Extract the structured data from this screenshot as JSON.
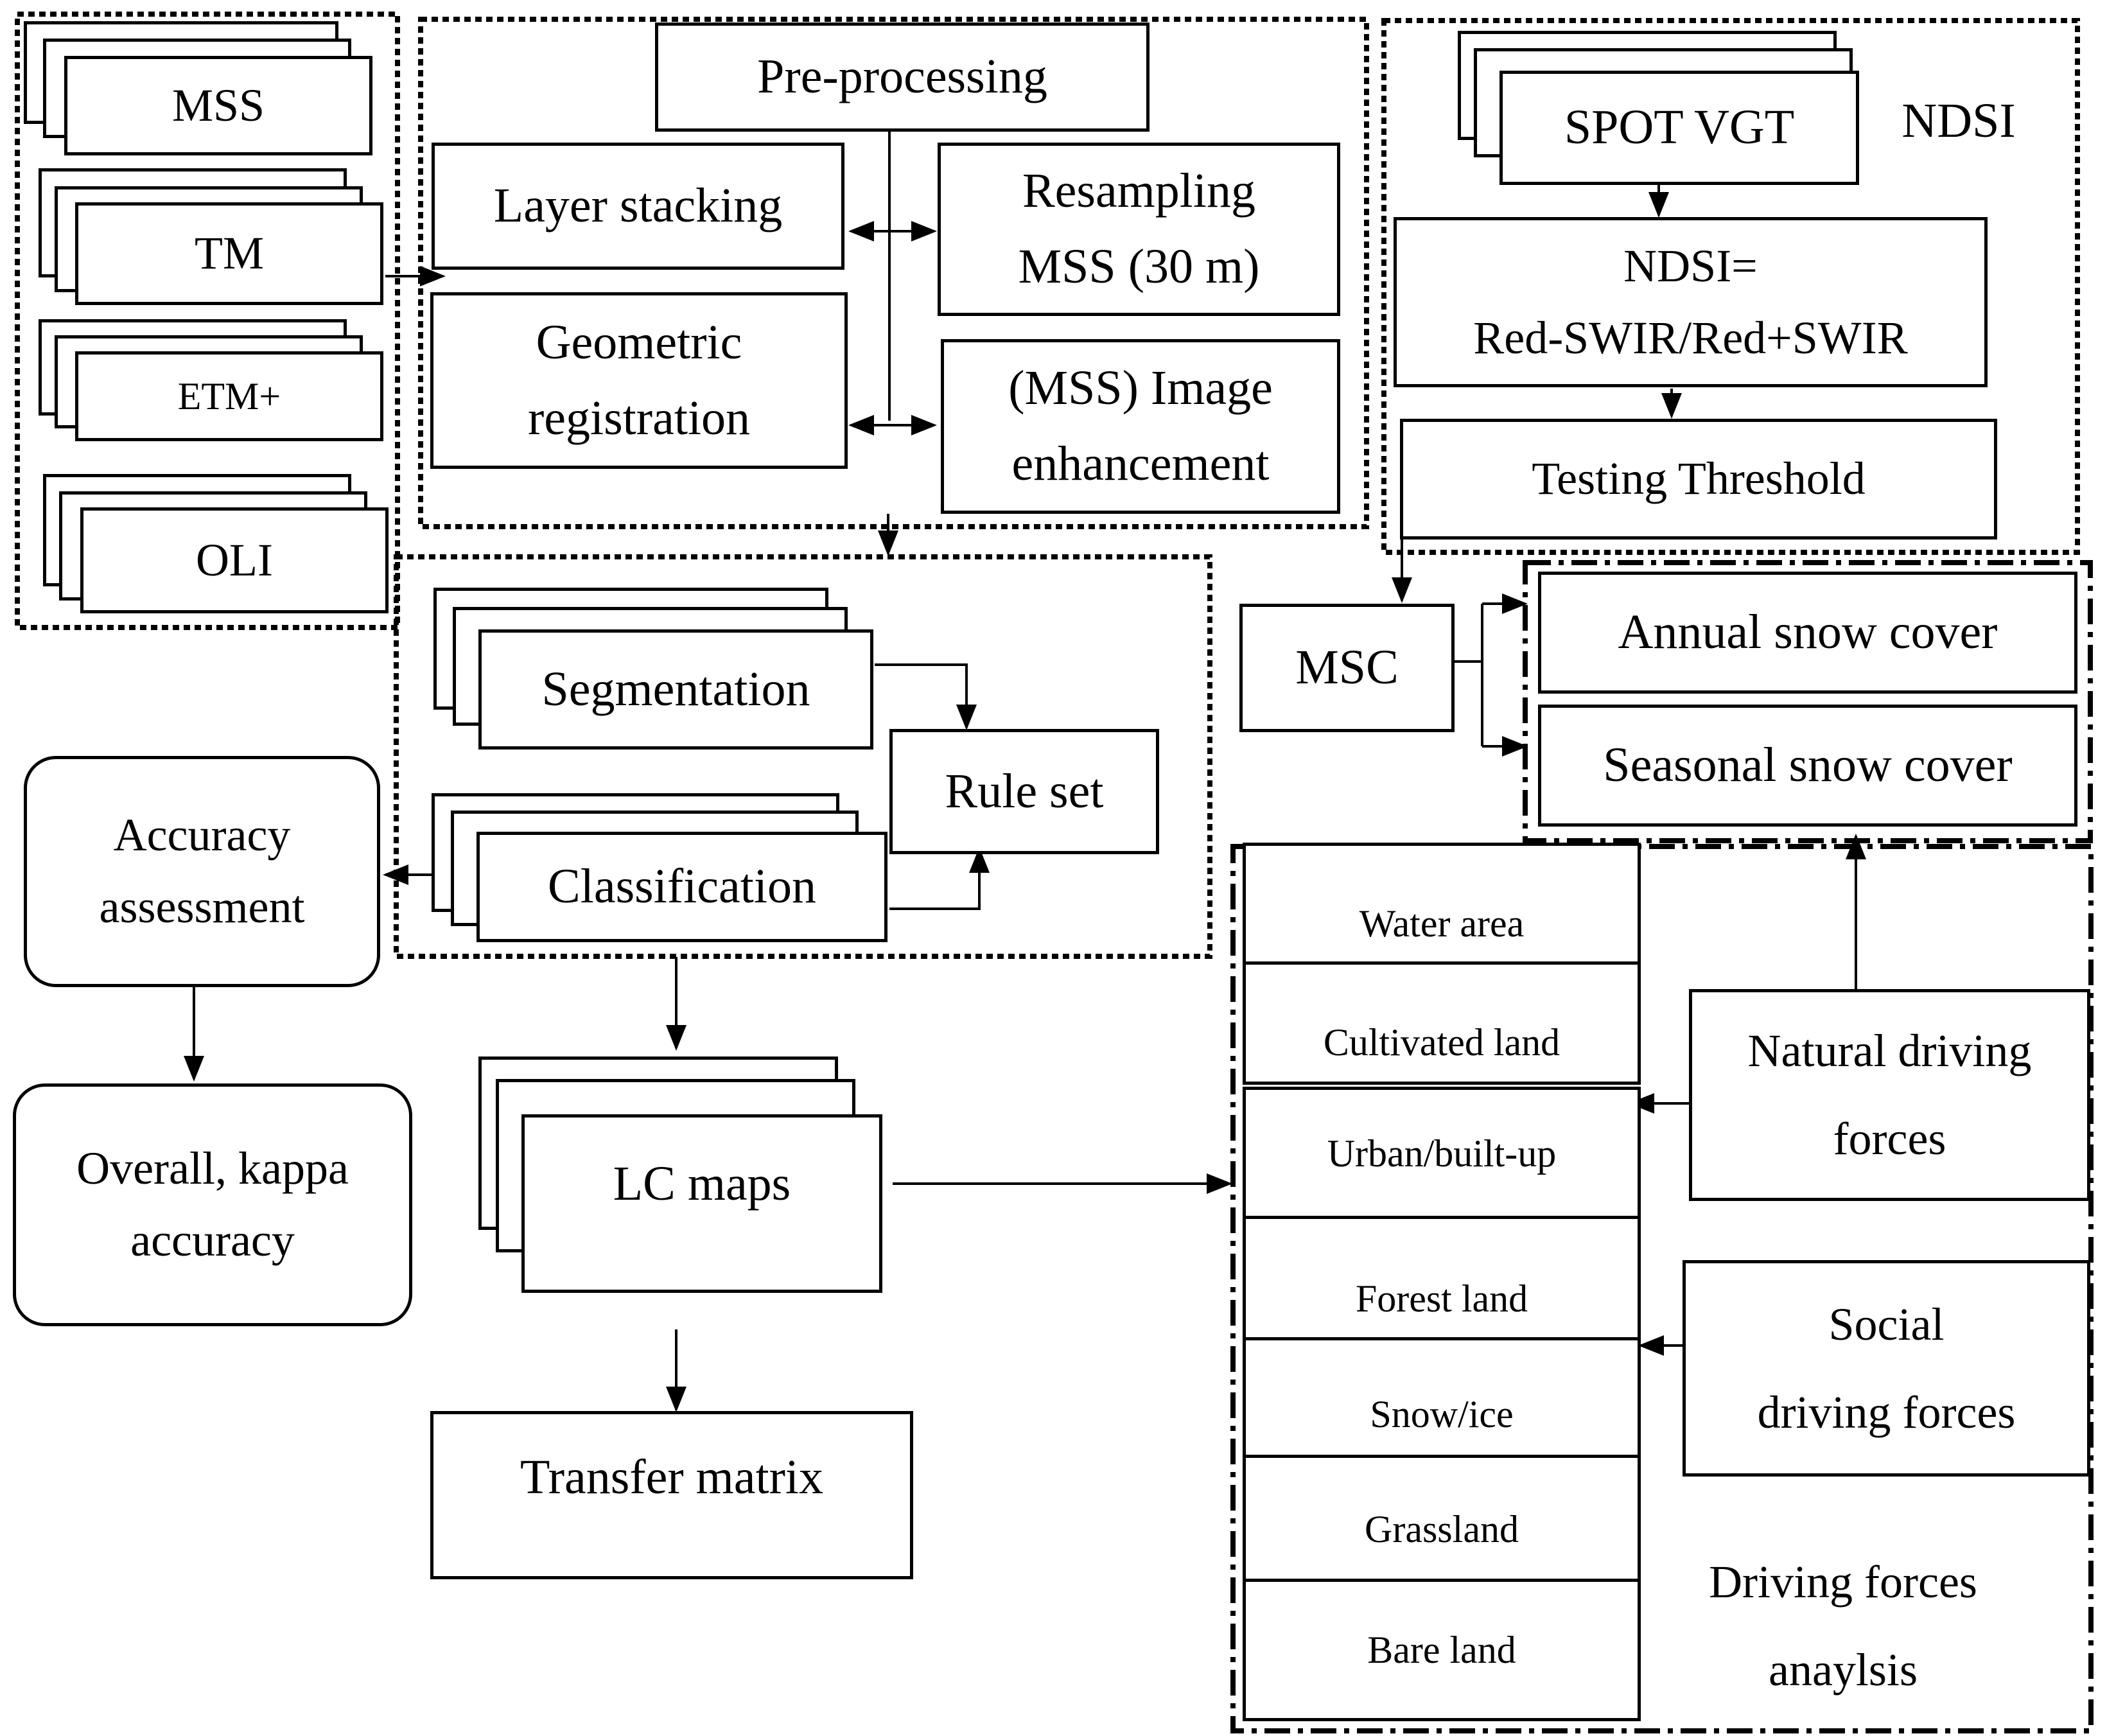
{
  "inputs": {
    "mss": "MSS",
    "tm": "TM",
    "etm": "ETM+",
    "oli": "OLI"
  },
  "preprocessing": {
    "title": "Pre-processing",
    "layer_stacking": "Layer stacking",
    "resampling": "Resampling\nMSS (30 m)",
    "geometric_registration": "Geometric\nregistration",
    "image_enhancement": "(MSS) Image\nenhancement"
  },
  "classification_block": {
    "segmentation": "Segmentation",
    "rule_set": "Rule set",
    "classification": "Classification"
  },
  "accuracy": {
    "assessment": "Accuracy\nassessment",
    "overall": "Overall, kappa\naccuracy"
  },
  "outputs": {
    "lc_maps": "LC maps",
    "transfer_matrix": "Transfer matrix"
  },
  "ndsi_block": {
    "label": "NDSI",
    "spot_vgt": "SPOT VGT",
    "formula": "NDSI=\nRed-SWIR/Red+SWIR",
    "threshold": "Testing Threshold"
  },
  "snow": {
    "msc": "MSC",
    "annual": "Annual snow cover",
    "seasonal": "Seasonal snow cover"
  },
  "land_cover_classes": [
    "Water area",
    "Cultivated land",
    "Urban/built-up",
    "Forest land",
    "Snow/ice",
    "Grassland",
    "Bare land"
  ],
  "driving_forces": {
    "natural": "Natural driving\nforces",
    "social": "Social\ndriving forces",
    "analysis_label": "Driving forces\nanaylsis"
  }
}
